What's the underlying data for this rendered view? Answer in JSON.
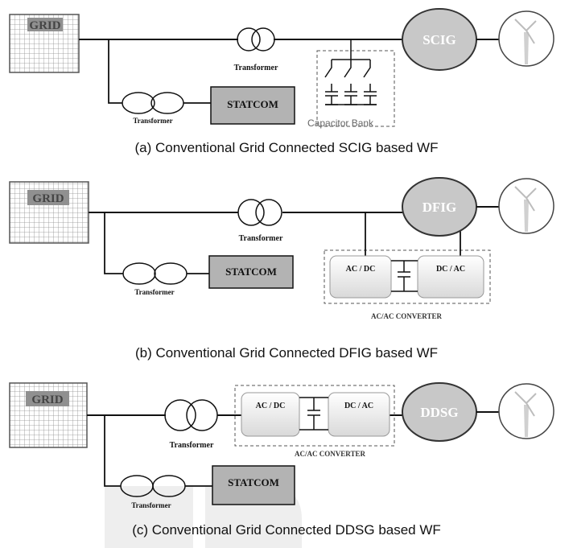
{
  "panel_a": {
    "grid_label": "GRID",
    "transformer_main": "Transformer",
    "transformer_branch": "Transformer",
    "statcom": "STATCOM",
    "capacitor_bank": "Capacitor Bank",
    "generator": "SCIG",
    "caption": "(a) Conventional Grid Connected SCIG based WF"
  },
  "panel_b": {
    "grid_label": "GRID",
    "transformer_main": "Transformer",
    "transformer_branch": "Transformer",
    "statcom": "STATCOM",
    "acdc": "AC / DC",
    "dcac": "DC / AC",
    "converter_label": "AC/AC CONVERTER",
    "generator": "DFIG",
    "caption": "(b) Conventional Grid Connected DFIG based WF"
  },
  "panel_c": {
    "grid_label": "GRID",
    "transformer_main": "Transformer",
    "transformer_branch": "Transformer",
    "statcom": "STATCOM",
    "acdc": "AC / DC",
    "dcac": "DC / AC",
    "converter_label": "AC/AC CONVERTER",
    "generator": "DDSG",
    "caption": "(c) Conventional Grid Connected DDSG based WF"
  },
  "colors": {
    "generator_fill": "#c8c8c8",
    "statcom_fill": "#b3b3b3",
    "grid_label_fill": "#909090",
    "converter_fill": "#ececec",
    "watermark": "#ededed"
  }
}
